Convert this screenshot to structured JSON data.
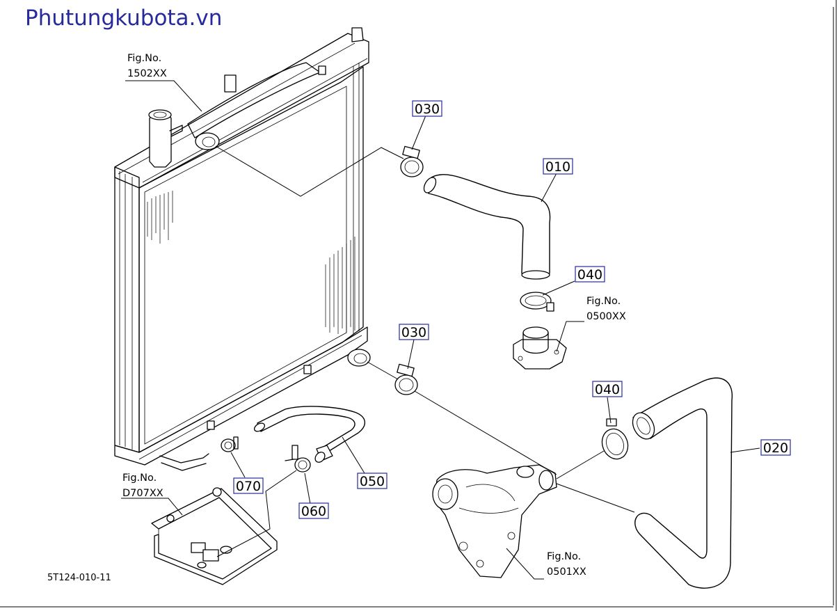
{
  "watermark": "Phutungkubota.vn",
  "drawing_code": "5T124-010-11",
  "part_labels": {
    "p030_upper": "030",
    "p010": "010",
    "p040_upper": "040",
    "p030_lower": "030",
    "p040_lower": "040",
    "p020": "020",
    "p050": "050",
    "p060": "060",
    "p070": "070"
  },
  "figure_refs": {
    "radiator": {
      "prefix": "Fig.No.",
      "number": "1502XX"
    },
    "thermostat": {
      "prefix": "Fig.No.",
      "number": "0500XX"
    },
    "water_pump": {
      "prefix": "Fig.No.",
      "number": "0501XX"
    },
    "bracket": {
      "prefix": "Fig.No.",
      "number": "D707XX"
    }
  },
  "colors": {
    "watermark": "#262a9c",
    "label_box_border": "#262a9c",
    "line_art": "#000000"
  }
}
